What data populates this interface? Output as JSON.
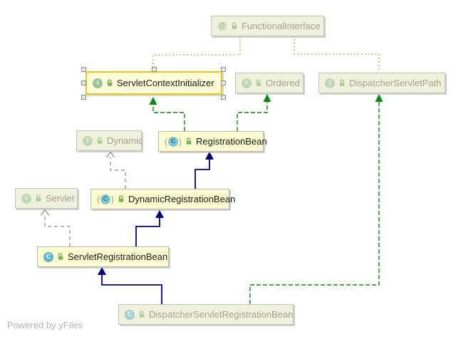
{
  "diagram": {
    "watermark": "Powered by yFiles",
    "colors": {
      "canvas_bg": "#ffffff",
      "node_bg": "#fdfbd0",
      "node_faded_bg": "#f0f1dd",
      "selection_border": "#f2c215",
      "implements_edge": "#0a8a0a",
      "extends_edge": "#000080",
      "external_implements_edge": "#8a8a8a",
      "annotation_edge": "#b0b035"
    },
    "nodes": [
      {
        "id": "functional-interface",
        "label": "FunctionalInterface",
        "kind": "annotation",
        "state": "faded",
        "icon_glyph": "@"
      },
      {
        "id": "servlet-context-initializer",
        "label": "ServletContextInitializer",
        "kind": "interface",
        "state": "selected",
        "icon_glyph": "I"
      },
      {
        "id": "ordered",
        "label": "Ordered",
        "kind": "interface",
        "state": "faded",
        "icon_glyph": "I"
      },
      {
        "id": "dispatcher-servlet-path",
        "label": "DispatcherServletPath",
        "kind": "interface",
        "state": "faded",
        "icon_glyph": "I"
      },
      {
        "id": "dynamic",
        "label": "Dynamic",
        "kind": "interface",
        "state": "faded",
        "icon_glyph": "I"
      },
      {
        "id": "registration-bean",
        "label": "RegistrationBean",
        "kind": "abstract-class",
        "state": "normal",
        "icon_glyph": "C"
      },
      {
        "id": "servlet",
        "label": "Servlet",
        "kind": "interface",
        "state": "faded",
        "icon_glyph": "I"
      },
      {
        "id": "dynamic-registration-bean",
        "label": "DynamicRegistrationBean",
        "kind": "abstract-class",
        "state": "normal",
        "icon_glyph": "C"
      },
      {
        "id": "servlet-registration-bean",
        "label": "ServletRegistrationBean",
        "kind": "class",
        "state": "normal",
        "icon_glyph": "C"
      },
      {
        "id": "dispatcher-servlet-registration-bean",
        "label": "DispatcherServletRegistrationBean",
        "kind": "class",
        "state": "faded",
        "icon_glyph": "C"
      }
    ],
    "edges": [
      {
        "from": "RegistrationBean",
        "to": "ServletContextInitializer",
        "type": "implements"
      },
      {
        "from": "RegistrationBean",
        "to": "Ordered",
        "type": "implements"
      },
      {
        "from": "DynamicRegistrationBean",
        "to": "RegistrationBean",
        "type": "extends"
      },
      {
        "from": "DynamicRegistrationBean",
        "to": "Dynamic",
        "type": "implements-external"
      },
      {
        "from": "ServletRegistrationBean",
        "to": "DynamicRegistrationBean",
        "type": "extends"
      },
      {
        "from": "ServletRegistrationBean",
        "to": "Servlet",
        "type": "implements-external"
      },
      {
        "from": "DispatcherServletRegistrationBean",
        "to": "ServletRegistrationBean",
        "type": "extends"
      },
      {
        "from": "DispatcherServletRegistrationBean",
        "to": "DispatcherServletPath",
        "type": "implements"
      },
      {
        "from": "FunctionalInterface",
        "to": "ServletContextInitializer",
        "type": "annotation"
      },
      {
        "from": "FunctionalInterface",
        "to": "DispatcherServletPath",
        "type": "annotation"
      }
    ]
  }
}
